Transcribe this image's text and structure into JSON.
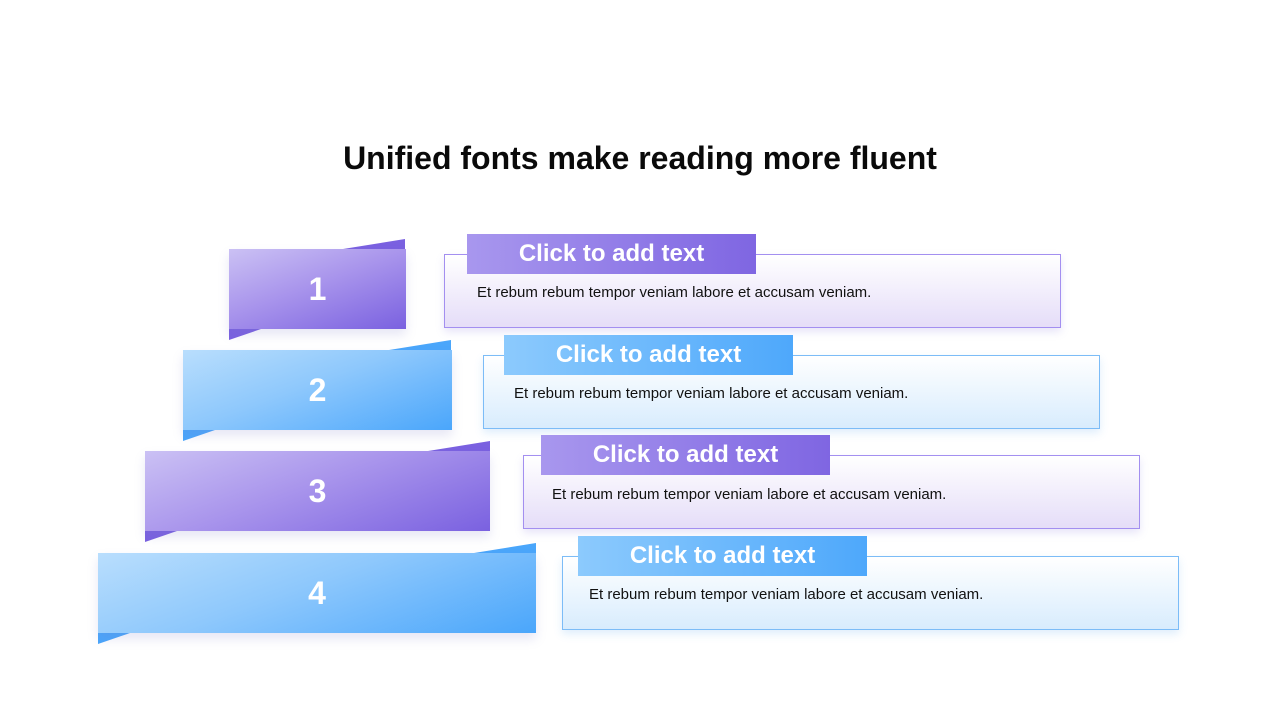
{
  "slide": {
    "title": "Unified fonts make reading more fluent",
    "steps": [
      {
        "number": "1",
        "label": "Click to add text",
        "body": "Et rebum rebum tempor veniam labore et accusam veniam."
      },
      {
        "number": "2",
        "label": "Click to add text",
        "body": "Et rebum rebum tempor veniam labore et accusam veniam."
      },
      {
        "number": "3",
        "label": "Click to add text",
        "body": "Et rebum rebum tempor veniam labore et accusam veniam."
      },
      {
        "number": "4",
        "label": "Click to add text",
        "body": "Et rebum rebum tempor veniam labore et accusam veniam."
      }
    ]
  },
  "colors": {
    "purple_accent": "#7a61e0",
    "blue_accent": "#4aa6fb",
    "title_text": "#0a0a0a"
  }
}
